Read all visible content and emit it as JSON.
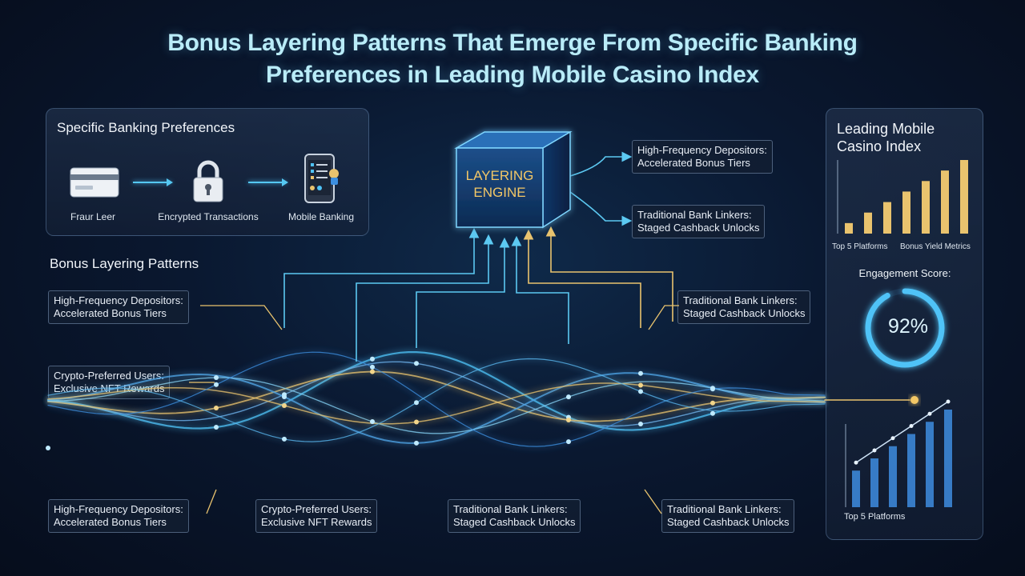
{
  "title": {
    "line1": "Bonus Layering Patterns That Emerge From Specific Banking",
    "line2": "Preferences in Leading Mobile Casino Index"
  },
  "banking": {
    "title": "Specific Banking Preferences",
    "steps": [
      {
        "label": "Fraur Leer",
        "icon": "credit-card-icon"
      },
      {
        "label": "Encrypted Transactions",
        "icon": "padlock-icon"
      },
      {
        "label": "Mobile Banking",
        "icon": "smartphone-icon"
      }
    ]
  },
  "engine": {
    "line1": "LAYERING",
    "line2": "ENGINE"
  },
  "engine_outputs": [
    {
      "line1": "High-Frequency Depositors:",
      "line2": "Accelerated Bonus Tiers"
    },
    {
      "line1": "Traditional Bank Linkers:",
      "line2": "Staged Cashback Unlocks"
    }
  ],
  "patterns": {
    "title": "Bonus Layering Patterns",
    "left_tags": [
      {
        "line1": "High-Frequency Depositors:",
        "line2": "Accelerated Bonus Tiers"
      },
      {
        "line1": "Crypto-Preferred Users:",
        "line2": "Exclusive NFT Rewards"
      }
    ],
    "right_tag": {
      "line1": "Traditional Bank Linkers:",
      "line2": "Staged Cashback Unlocks"
    },
    "bottom_tags": [
      {
        "line1": "High-Frequency Depositors:",
        "line2": "Accelerated Bonus Tiers"
      },
      {
        "line1": "Crypto-Preferred Users:",
        "line2": "Exclusive NFT Rewards"
      },
      {
        "line1": "Traditional Bank Linkers:",
        "line2": "Staged Cashback Unlocks"
      },
      {
        "line1": "Traditional Bank Linkers:",
        "line2": "Staged Cashback Unlocks"
      }
    ]
  },
  "index": {
    "title_line1": "Leading Mobile",
    "title_line2": "Casino Index",
    "bar_labels": [
      "Top 5 Platforms",
      "Bonus Yield Metrics"
    ],
    "engagement_label": "Engagement Score:",
    "engagement_value": "92%",
    "bottom_label": "Top 5 Platforms"
  },
  "chart_data": [
    {
      "type": "bar",
      "values": [
        1,
        2,
        3,
        4,
        5,
        6,
        7
      ],
      "color": "#e9c36e"
    },
    {
      "type": "gauge",
      "value": 92,
      "max": 100,
      "color": "#4fc3f7"
    },
    {
      "type": "bar",
      "values": [
        3,
        4,
        5,
        6,
        7,
        8
      ],
      "trend": true,
      "color": "#3c86d6"
    }
  ],
  "colors": {
    "accent": "#4fc3f7",
    "gold": "#e9c36e",
    "bg": "#07101f"
  }
}
